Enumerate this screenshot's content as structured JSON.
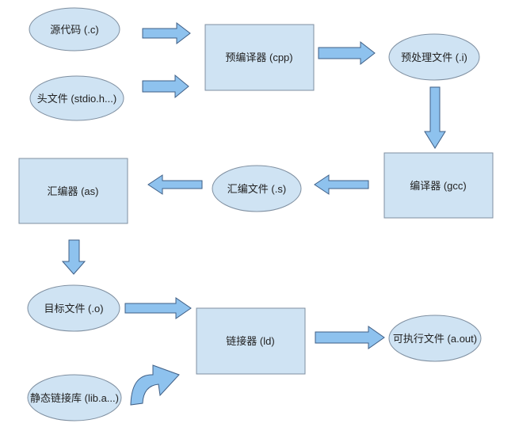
{
  "colors": {
    "node_fill": "#cfe3f3",
    "node_stroke": "#7f8fa0",
    "arrow_fill": "#8ec2ee",
    "arrow_stroke": "#3f5f86",
    "text": "#222222"
  },
  "nodes": {
    "source_file": "源代码 (.c)",
    "header_file": "头文件 (stdio.h...)",
    "preprocessor": "预编译器 (cpp)",
    "preprocessed_file": "预处理文件 (.i)",
    "compiler": "编译器 (gcc)",
    "assembly_file": "汇编文件 (.s)",
    "assembler": "汇编器 (as)",
    "object_file": "目标文件 (.o)",
    "static_library": "静态链接库 (lib.a...)",
    "linker": "链接器 (ld)",
    "executable_file": "可执行文件 (a.out)"
  }
}
